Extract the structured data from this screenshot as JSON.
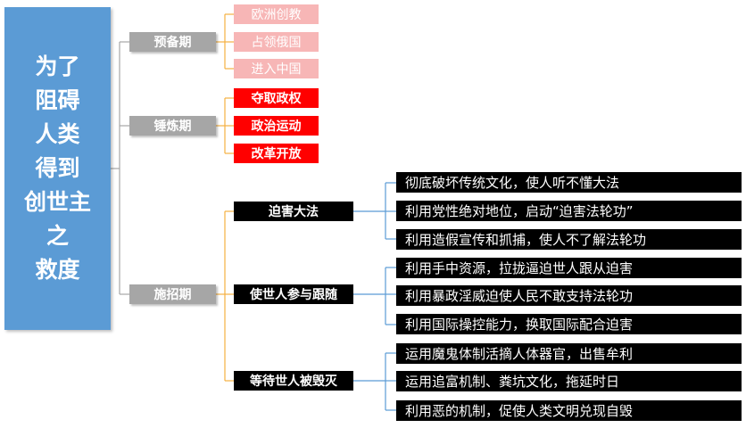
{
  "root": {
    "title": "为了\n阻碍\n人类\n得到\n创世主\n之\n救度"
  },
  "phases": [
    {
      "label": "预备期",
      "items": [
        "欧洲创教",
        "占领俄国",
        "进入中国"
      ]
    },
    {
      "label": "锤炼期",
      "items": [
        "夺取政权",
        "政治运动",
        "改革开放"
      ]
    },
    {
      "label": "施招期",
      "subs": [
        {
          "label": "迫害大法",
          "items": [
            "彻底破坏传统文化，使人听不懂大法",
            "利用党性绝对地位，启动“迫害法轮功”",
            "利用造假宣传和抓捕，使人不了解法轮功"
          ]
        },
        {
          "label": "使世人参与跟随",
          "items": [
            "利用手中资源，拉拢逼迫世人跟从迫害",
            "利用暴政淫威迫使人民不敢支持法轮功",
            "利用国际操控能力，换取国际配合迫害"
          ]
        },
        {
          "label": "等待世人被毁灭",
          "items": [
            "运用魔鬼体制活摘人体器官，出售牟利",
            "运用追富机制、粪坑文化，拖延时日",
            "利用恶的机制，促使人类文明兑现自毁"
          ]
        }
      ]
    }
  ],
  "colors": {
    "root_fill": "#5b9bd5",
    "phase_fill": "#a6a6a6",
    "prep_item_fill": "#f7b6b6",
    "temper_item_fill": "#ff0000",
    "execute_fill": "#000000",
    "connector_gray": "#a6a6a6",
    "connector_orange": "#f5b041",
    "connector_blue": "#5b9bd5"
  }
}
